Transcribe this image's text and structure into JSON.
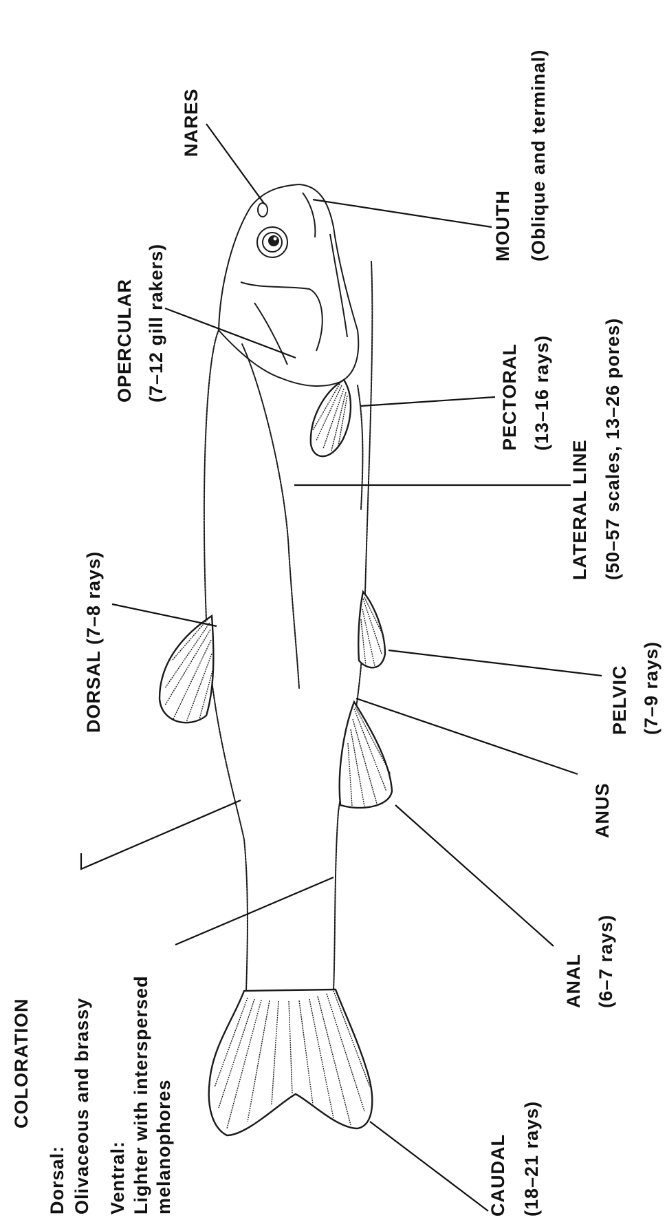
{
  "coloration": {
    "heading": "COLORATION",
    "dorsal_label": "Dorsal:",
    "dorsal_desc": "Olivaceous and brassy",
    "ventral_label": "Ventral:",
    "ventral_line1": "Lighter with interspersed",
    "ventral_line2": "melanophores"
  },
  "labels": {
    "nares": "NARES",
    "mouth_1": "MOUTH",
    "mouth_2": "(Oblique and terminal)",
    "opercular_1": "OPERCULAR",
    "opercular_2": "(7–12 gill rakers)",
    "pectoral_1": "PECTORAL",
    "pectoral_2": "(13–16 rays)",
    "lateral_1": "LATERAL LINE",
    "lateral_2": "(50–57 scales, 13–26 pores)",
    "dorsal": "DORSAL (7–8 rays)",
    "pelvic_1": "PELVIC",
    "pelvic_2": "(7–9 rays)",
    "anus": "ANUS",
    "anal_1": "ANAL",
    "anal_2": "(6–7 rays)",
    "caudal_1": "CAUDAL",
    "caudal_2": "(18–21 rays)"
  }
}
